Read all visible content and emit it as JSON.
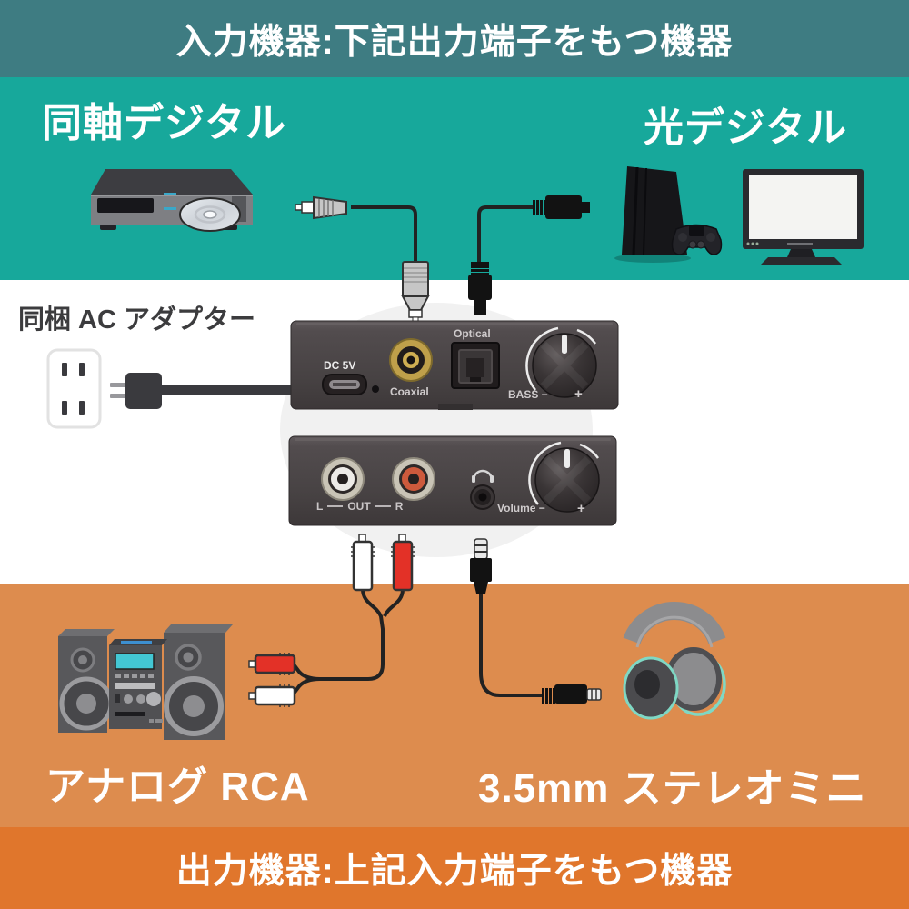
{
  "colors": {
    "teal_banner": "#3e7c82",
    "teal_bg": "#17a89b",
    "orange_bg": "#dd8c4e",
    "orange_banner": "#e0762c",
    "mint_accent": "#7fd8c4",
    "red_plug": "#e33127"
  },
  "banner_top": {
    "text": "入力機器:下記出力端子をもつ機器"
  },
  "banner_bottom": {
    "text": "出力機器:上記入力端子をもつ機器"
  },
  "labels": {
    "coaxial_digital": "同軸デジタル",
    "optical_digital": "光デジタル",
    "ac_adapter": "同梱 AC アダプター",
    "analog_rca": "アナログ RCA",
    "stereo_mini": "3.5mm ステレオミニ"
  },
  "device": {
    "rear_panel": {
      "dc": "DC 5V",
      "coaxial": "Coaxial",
      "optical": "Optical",
      "bass": "BASS −",
      "bass_plus": "+"
    },
    "front_panel": {
      "l": "L",
      "out": "OUT",
      "r": "R",
      "volume": "Volume −",
      "volume_plus": "+"
    }
  }
}
